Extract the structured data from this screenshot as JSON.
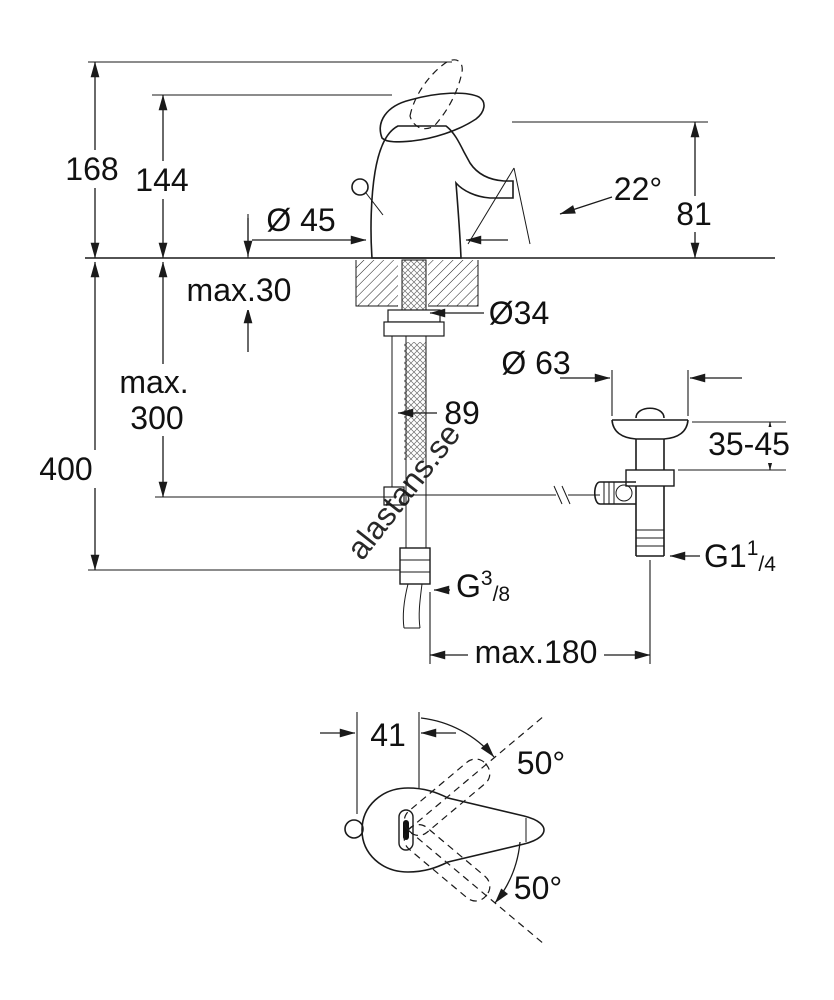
{
  "drawing": {
    "watermark": "alastans.se",
    "line_color": "#1a1a1a",
    "dims": {
      "h168": "168",
      "h144": "144",
      "dia45": "Ø 45",
      "angle22": "22°",
      "h81": "81",
      "max30": "max.30",
      "dia34": "Ø34",
      "dia63": "Ø 63",
      "max_word": "max.",
      "max300": "300",
      "l89": "89",
      "range3545": "35-45",
      "h400": "400",
      "g38_base": "G",
      "g38_num": "3",
      "g38_den": "/8",
      "g114_base": "G1",
      "g114_num": "1",
      "g114_den": "/4",
      "max180": "max.180",
      "w41": "41",
      "a50_top": "50°",
      "a50_bottom": "50°"
    }
  }
}
